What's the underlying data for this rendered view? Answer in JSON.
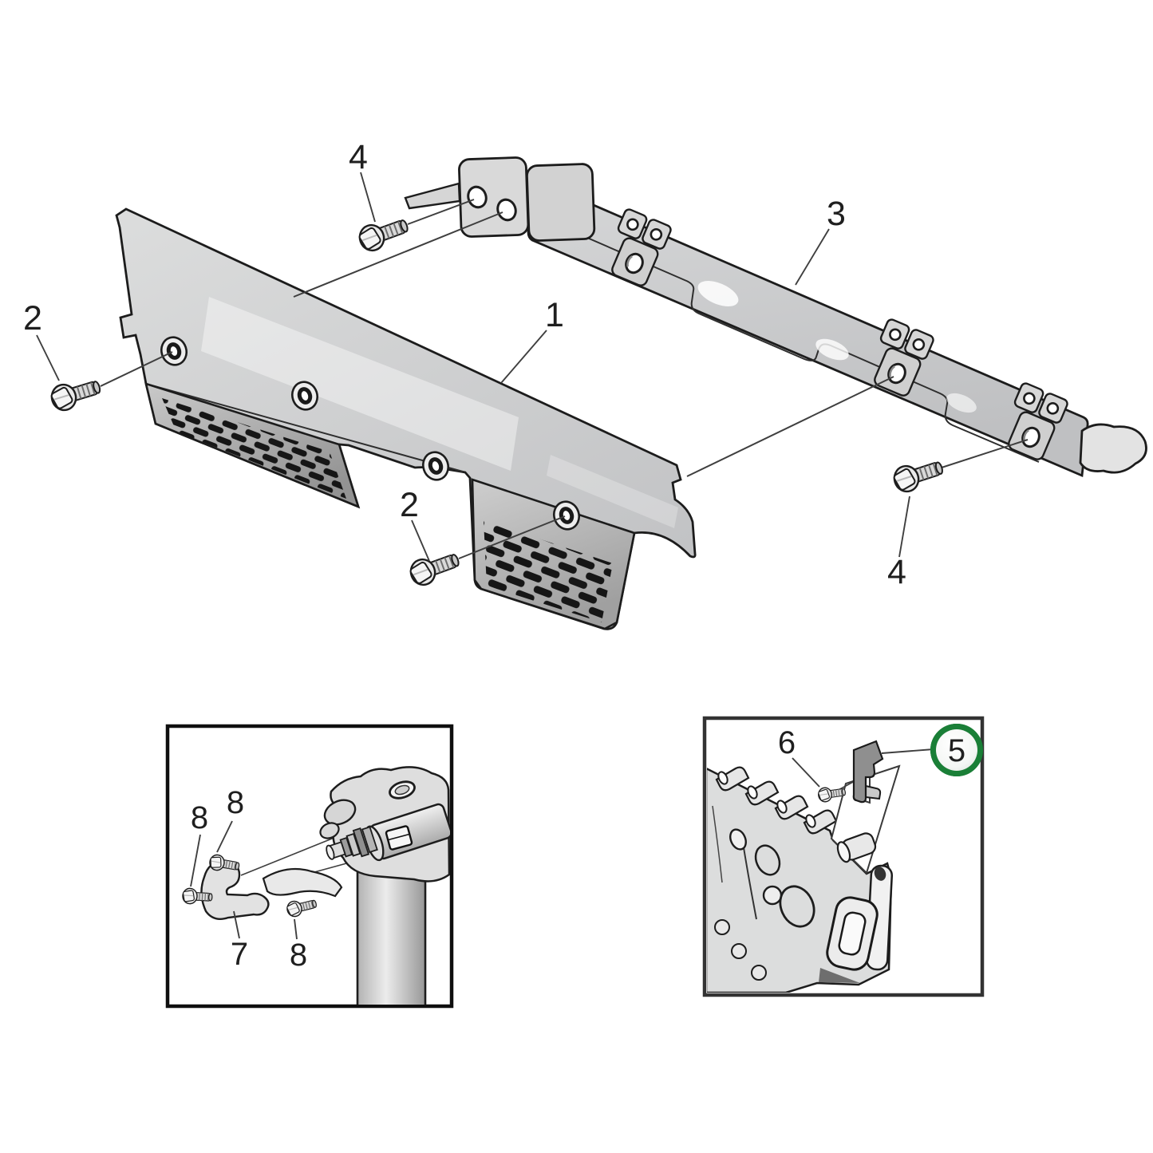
{
  "page": {
    "type": "exploded-parts-diagram",
    "background": "#ffffff"
  },
  "colors": {
    "outline": "#1c1c1c",
    "part_fill": "#cfd0d1",
    "part_shadow": "#9b9b9b",
    "leader_line": "#3f3f3f",
    "vent_slot": "#161616",
    "label_text": "#1f1f1f",
    "highlight_ring_green": "#1a7f37",
    "highlight_ring_dark_green": "#0f5e24",
    "inset_border": "#1a1a1a"
  },
  "main_view": {
    "callouts": [
      {
        "label": "4"
      },
      {
        "label": "2"
      },
      {
        "label": "1"
      },
      {
        "label": "2"
      },
      {
        "label": "3"
      },
      {
        "label": "4"
      }
    ]
  },
  "inset_left": {
    "callouts": [
      {
        "label": "8"
      },
      {
        "label": "8"
      },
      {
        "label": "7"
      },
      {
        "label": "8"
      }
    ]
  },
  "inset_right": {
    "callouts": [
      {
        "label": "6"
      },
      {
        "label": "5",
        "circled": true,
        "ring_color": "#1a7f37"
      }
    ]
  }
}
